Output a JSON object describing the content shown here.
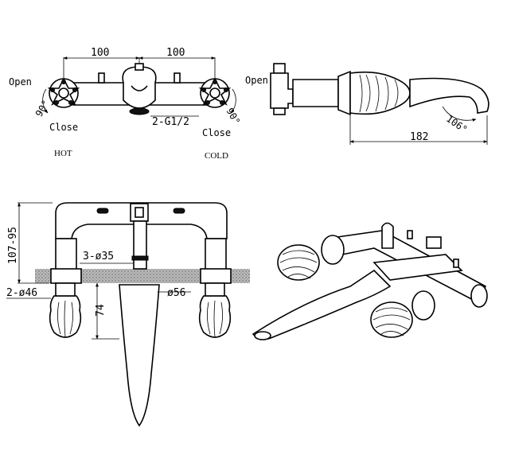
{
  "front_view": {
    "dim_left": "100",
    "dim_right": "100",
    "open_label": "Open",
    "close_left": "Close",
    "close_right": "Close",
    "angle_left": "90°",
    "angle_right": "90°",
    "thread": "2-G1/2",
    "hot": "HOT",
    "cold": "COLD"
  },
  "side_view": {
    "open_label": "Open",
    "angle": "106°",
    "length": "182"
  },
  "section_view": {
    "height": "107-95",
    "pipe": "3-ø35",
    "flange": "2-ø46",
    "spout_dia": "ø56",
    "depth": "74"
  }
}
